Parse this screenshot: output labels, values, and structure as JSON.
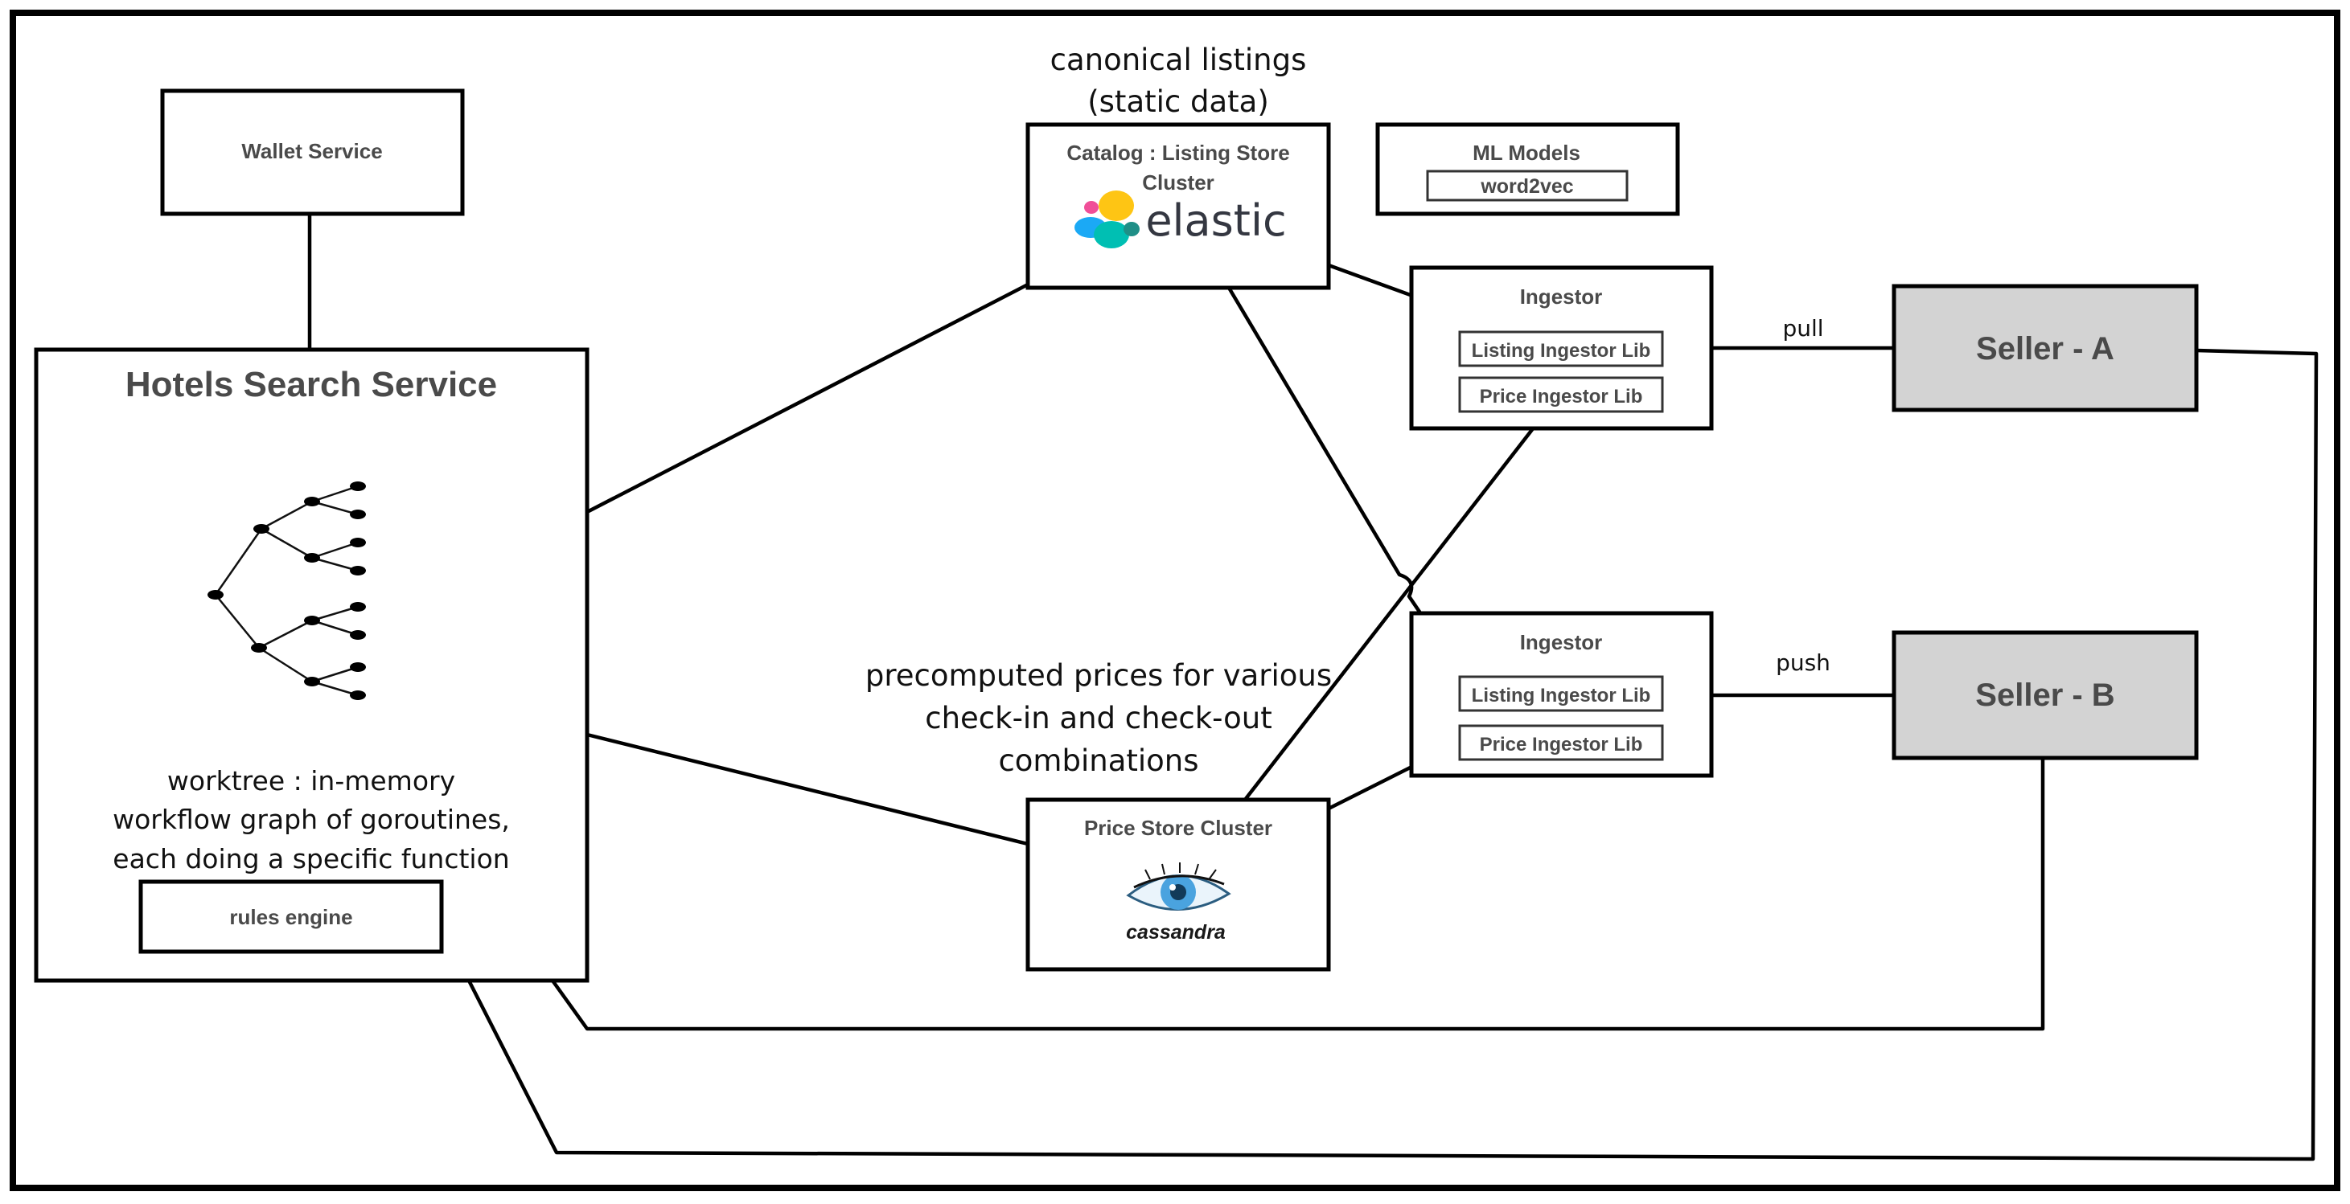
{
  "nodes": {
    "wallet_service": {
      "label": "Wallet Service"
    },
    "hotels_search_service": {
      "title": "Hotels Search Service",
      "description": [
        "worktree : in-memory",
        "workflow graph of goroutines,",
        "each doing a specific function"
      ],
      "rules_engine": "rules engine"
    },
    "catalog": {
      "label_lines": [
        "Catalog : Listing  Store",
        "Cluster"
      ],
      "logo_text": "elastic",
      "annotation": [
        "canonical listings",
        "(static data)"
      ]
    },
    "ml_models": {
      "label": "ML Models",
      "item": "word2vec"
    },
    "ingestor_a": {
      "label": "Ingestor",
      "libs": [
        "Listing Ingestor Lib",
        "Price Ingestor Lib"
      ]
    },
    "ingestor_b": {
      "label": "Ingestor",
      "libs": [
        "Listing Ingestor Lib",
        "Price Ingestor Lib"
      ]
    },
    "price_store": {
      "label": "Price  Store Cluster",
      "logo_text": "cassandra",
      "annotation": [
        "precomputed prices for various",
        "check-in and check-out",
        "combinations"
      ]
    },
    "seller_a": {
      "label": "Seller - A"
    },
    "seller_b": {
      "label": "Seller - B"
    }
  },
  "edge_labels": {
    "pull": "pull",
    "push": "push"
  },
  "colors": {
    "seller_fill": "#d3d3d3",
    "title_text": "#4a4a4a",
    "elastic_yellow": "#fec514",
    "elastic_pink": "#f04e98",
    "elastic_teal": "#00bfb3",
    "elastic_blue": "#1ba9f5",
    "cassandra_blue": "#4aa3df"
  },
  "icons": [
    "worktree-graph-icon",
    "elastic-logo-icon",
    "cassandra-eye-icon"
  ]
}
